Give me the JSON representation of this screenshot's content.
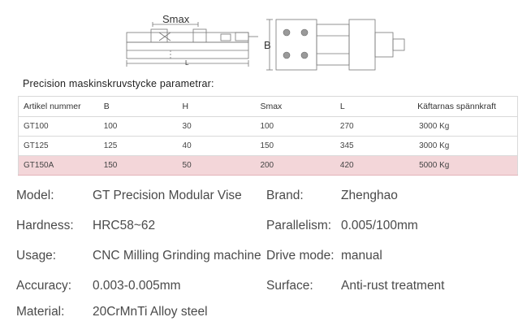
{
  "drawing": {
    "smax_label": "Smax",
    "l_label": "L",
    "b_label": "B"
  },
  "table": {
    "title": "Precision maskinskruvstycke parametrar:",
    "headers": [
      "Artikel nummer",
      "B",
      "H",
      "Smax",
      "L",
      "Käftarnas spännkraft"
    ],
    "rows": [
      {
        "art": "GT100",
        "b": "100",
        "h": "30",
        "smax": "100",
        "l": "270",
        "force": "3000 Kg",
        "highlight": false
      },
      {
        "art": "GT125",
        "b": "125",
        "h": "40",
        "smax": "150",
        "l": "345",
        "force": "3000 Kg",
        "highlight": false
      },
      {
        "art": "GT150A",
        "b": "150",
        "h": "50",
        "smax": "200",
        "l": "420",
        "force": "5000 Kg",
        "highlight": true
      }
    ],
    "highlight_color": "#f3d6d9"
  },
  "specs": [
    {
      "label": "Model:",
      "value": "GT Precision Modular Vise",
      "label2": "Brand:",
      "value2": "Zhenghao"
    },
    {
      "label": "Hardness:",
      "value": "HRC58~62",
      "label2": "Parallelism:",
      "value2": "0.005/100mm"
    },
    {
      "label": "Usage:",
      "value": "CNC Milling Grinding machine",
      "label2": "Drive mode:",
      "value2": "manual"
    },
    {
      "label": "Accuracy:",
      "value": "0.003-0.005mm",
      "label2": "Surface:",
      "value2": "Anti-rust treatment"
    },
    {
      "label": "Material:",
      "value": "20CrMnTi Alloy steel",
      "label2": "",
      "value2": ""
    }
  ]
}
